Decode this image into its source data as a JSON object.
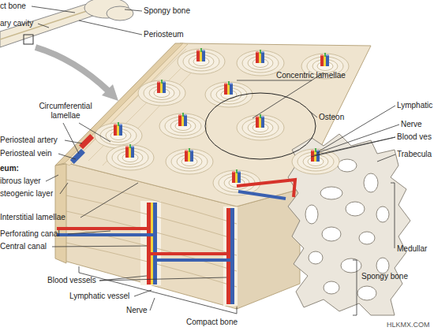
{
  "diagram": {
    "labels": [
      "ct bone",
      "Spongy bone",
      "ary cavity",
      "Periosteum",
      "Concentric lamellae",
      "Osteon",
      "Lymphatic",
      "Circumferential lamellae",
      "Nerve",
      "Blood ves",
      "Trabecula",
      "Periosteal artery",
      "Periosteal vein",
      "eum:",
      "ibrous layer",
      "steogenic layer",
      "Interstitial lamellae",
      "Perforating canal",
      "Central canal",
      "Medullar",
      "Spongy bone",
      "Blood vessels",
      "Lymphatic vessel",
      "Nerve",
      "Compact bone",
      "HLKMX.COM"
    ]
  }
}
